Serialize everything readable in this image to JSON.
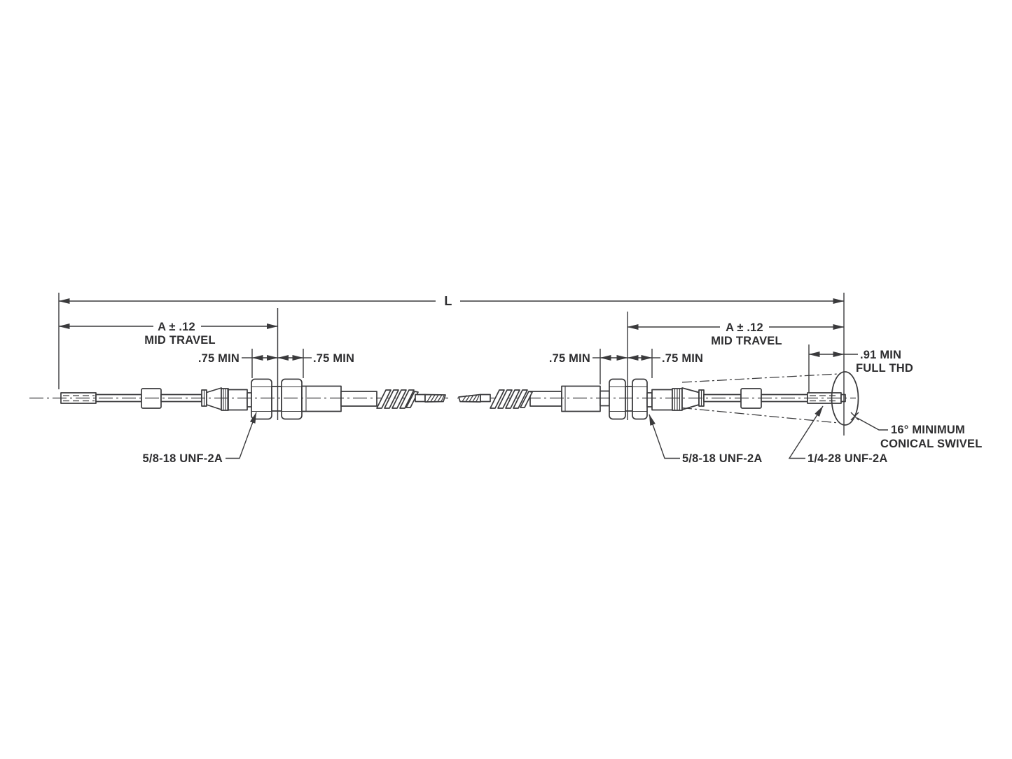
{
  "diagram": {
    "title": "push-pull control cable assembly drawing",
    "labels": {
      "overall_length": "L",
      "left_travel": "A ± .12",
      "left_travel_sub": "MID TRAVEL",
      "right_travel": "A ± .12",
      "right_travel_sub": "MID TRAVEL",
      "left_thread_left": ".75 MIN",
      "left_thread_right": ".75 MIN",
      "right_thread_left": ".75 MIN",
      "right_thread_right": ".75 MIN",
      "full_thd": ".91 MIN",
      "full_thd_sub": "FULL THD",
      "left_bulkhead_thread": "5/8-18 UNF-2A",
      "right_bulkhead_thread": "5/8-18 UNF-2A",
      "rod_end_thread": "1/4-28 UNF-2A",
      "swivel": "16° MINIMUM",
      "swivel_sub": "CONICAL SWIVEL"
    },
    "colors": {
      "line": "#3a3a3c",
      "text": "#2e2e30",
      "background": "#ffffff"
    }
  }
}
